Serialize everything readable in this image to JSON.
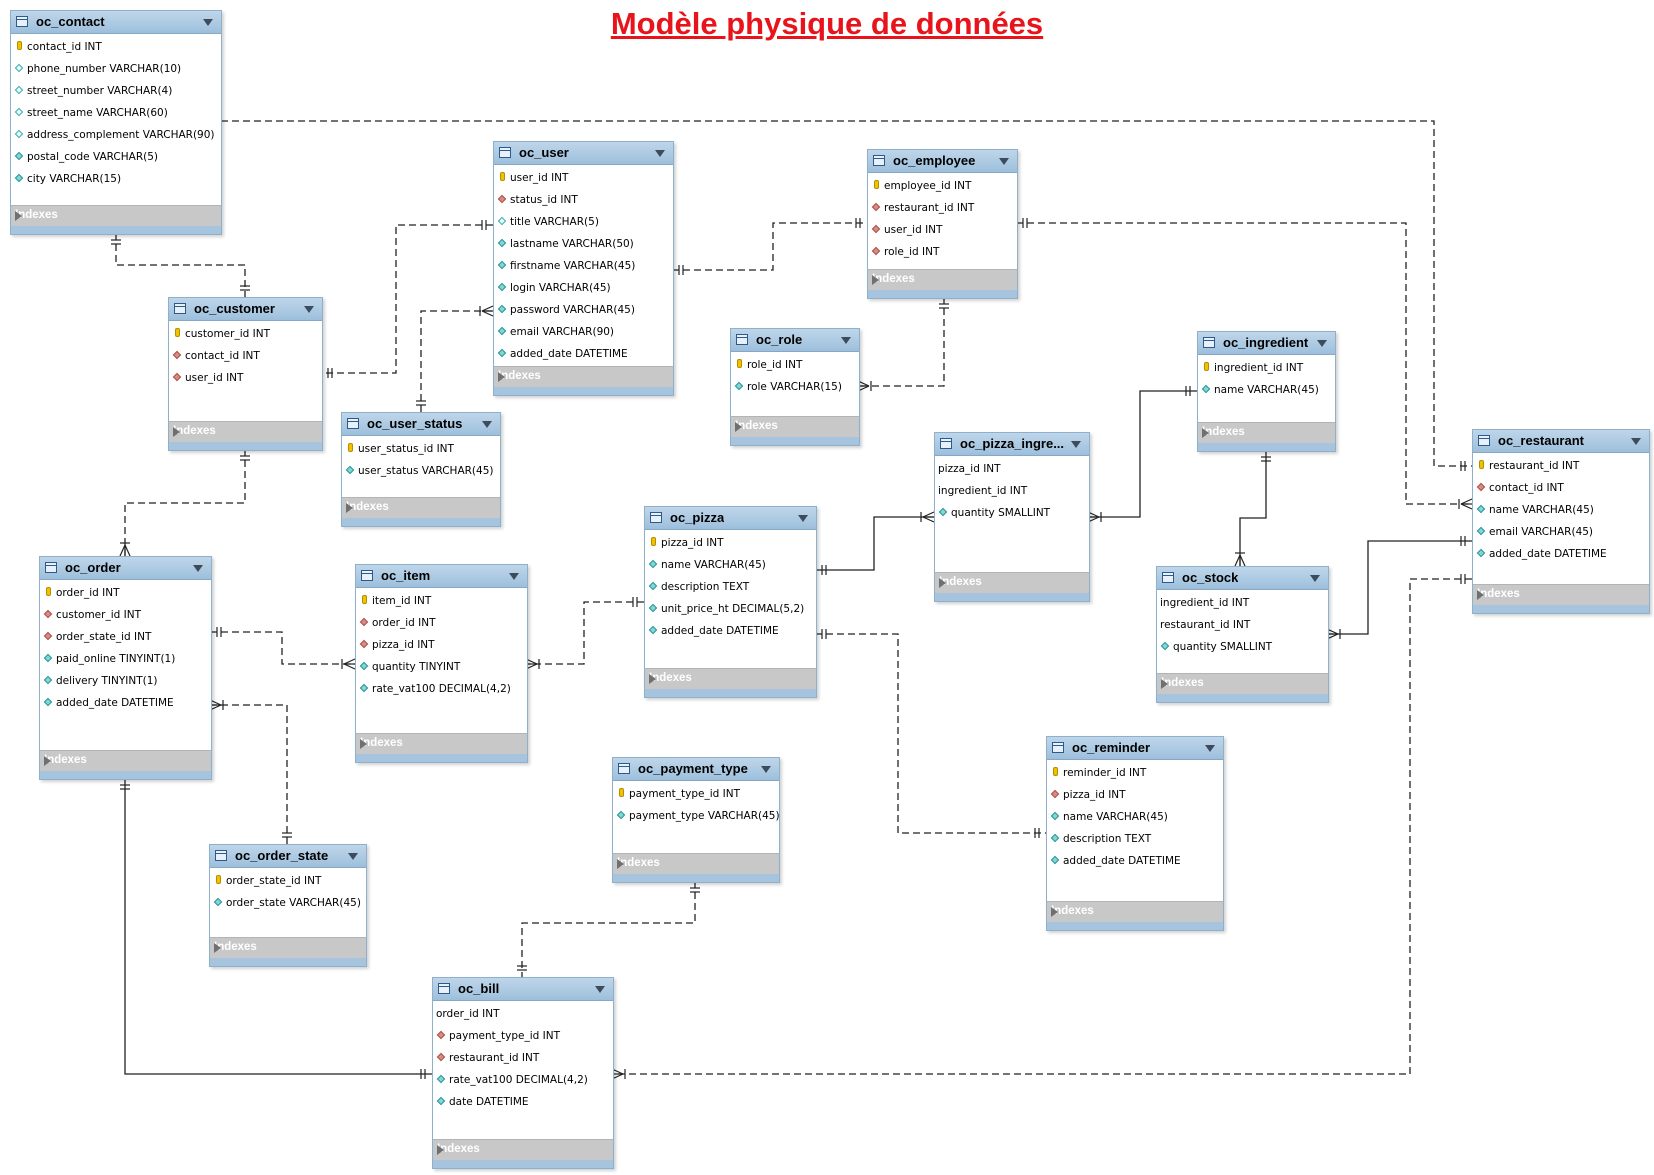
{
  "title": "Modèle physique de données",
  "indexes_label": "Indexes",
  "tables": {
    "oc_contact": {
      "name": "oc_contact",
      "columns": [
        {
          "text": "contact_id INT",
          "icon": "key-icon"
        },
        {
          "text": "phone_number VARCHAR(10)",
          "icon": "attribute-icon"
        },
        {
          "text": "street_number VARCHAR(4)",
          "icon": "attribute-icon"
        },
        {
          "text": "street_name VARCHAR(60)",
          "icon": "attribute-icon"
        },
        {
          "text": "address_complement VARCHAR(90)",
          "icon": "attribute-icon"
        },
        {
          "text": "postal_code VARCHAR(5)",
          "icon": "not-null-attribute-icon"
        },
        {
          "text": "city VARCHAR(15)",
          "icon": "not-null-attribute-icon"
        }
      ]
    },
    "oc_customer": {
      "name": "oc_customer",
      "columns": [
        {
          "text": "customer_id INT",
          "icon": "key-icon"
        },
        {
          "text": "contact_id INT",
          "icon": "foreign-key-icon"
        },
        {
          "text": "user_id INT",
          "icon": "foreign-key-icon"
        }
      ]
    },
    "oc_user": {
      "name": "oc_user",
      "columns": [
        {
          "text": "user_id INT",
          "icon": "key-icon"
        },
        {
          "text": "status_id INT",
          "icon": "foreign-key-icon"
        },
        {
          "text": "title VARCHAR(5)",
          "icon": "attribute-icon"
        },
        {
          "text": "lastname VARCHAR(50)",
          "icon": "not-null-attribute-icon"
        },
        {
          "text": "firstname VARCHAR(45)",
          "icon": "not-null-attribute-icon"
        },
        {
          "text": "login VARCHAR(45)",
          "icon": "not-null-attribute-icon"
        },
        {
          "text": "password VARCHAR(45)",
          "icon": "not-null-attribute-icon"
        },
        {
          "text": "email VARCHAR(90)",
          "icon": "not-null-attribute-icon"
        },
        {
          "text": "added_date DATETIME",
          "icon": "not-null-attribute-icon"
        }
      ]
    },
    "oc_user_status": {
      "name": "oc_user_status",
      "columns": [
        {
          "text": "user_status_id INT",
          "icon": "key-icon"
        },
        {
          "text": "user_status VARCHAR(45)",
          "icon": "not-null-attribute-icon"
        }
      ]
    },
    "oc_employee": {
      "name": "oc_employee",
      "columns": [
        {
          "text": "employee_id INT",
          "icon": "key-icon"
        },
        {
          "text": "restaurant_id INT",
          "icon": "foreign-key-icon"
        },
        {
          "text": "user_id INT",
          "icon": "foreign-key-icon"
        },
        {
          "text": "role_id INT",
          "icon": "foreign-key-icon"
        }
      ]
    },
    "oc_role": {
      "name": "oc_role",
      "columns": [
        {
          "text": "role_id INT",
          "icon": "key-icon"
        },
        {
          "text": "role VARCHAR(15)",
          "icon": "not-null-attribute-icon"
        }
      ]
    },
    "oc_ingredient": {
      "name": "oc_ingredient",
      "columns": [
        {
          "text": "ingredient_id INT",
          "icon": "key-icon"
        },
        {
          "text": "name VARCHAR(45)",
          "icon": "not-null-attribute-icon"
        }
      ]
    },
    "oc_pizza_ingredient": {
      "name": "oc_pizza_ingre...",
      "columns": [
        {
          "text": "pizza_id INT",
          "icon": "none"
        },
        {
          "text": "ingredient_id INT",
          "icon": "none"
        },
        {
          "text": "quantity SMALLINT",
          "icon": "not-null-attribute-icon"
        }
      ]
    },
    "oc_restaurant": {
      "name": "oc_restaurant",
      "columns": [
        {
          "text": "restaurant_id INT",
          "icon": "key-icon"
        },
        {
          "text": "contact_id INT",
          "icon": "foreign-key-icon"
        },
        {
          "text": "name VARCHAR(45)",
          "icon": "not-null-attribute-icon"
        },
        {
          "text": "email VARCHAR(45)",
          "icon": "not-null-attribute-icon"
        },
        {
          "text": "added_date DATETIME",
          "icon": "not-null-attribute-icon"
        }
      ]
    },
    "oc_order": {
      "name": "oc_order",
      "columns": [
        {
          "text": "order_id INT",
          "icon": "key-icon"
        },
        {
          "text": "customer_id INT",
          "icon": "foreign-key-icon"
        },
        {
          "text": "order_state_id INT",
          "icon": "foreign-key-icon"
        },
        {
          "text": "paid_online TINYINT(1)",
          "icon": "not-null-attribute-icon"
        },
        {
          "text": "delivery TINYINT(1)",
          "icon": "not-null-attribute-icon"
        },
        {
          "text": "added_date DATETIME",
          "icon": "not-null-attribute-icon"
        }
      ]
    },
    "oc_item": {
      "name": "oc_item",
      "columns": [
        {
          "text": "item_id INT",
          "icon": "key-icon"
        },
        {
          "text": "order_id INT",
          "icon": "foreign-key-icon"
        },
        {
          "text": "pizza_id INT",
          "icon": "foreign-key-icon"
        },
        {
          "text": "quantity TINYINT",
          "icon": "not-null-attribute-icon"
        },
        {
          "text": "rate_vat100 DECIMAL(4,2)",
          "icon": "not-null-attribute-icon"
        }
      ]
    },
    "oc_pizza": {
      "name": "oc_pizza",
      "columns": [
        {
          "text": "pizza_id INT",
          "icon": "key-icon"
        },
        {
          "text": "name VARCHAR(45)",
          "icon": "not-null-attribute-icon"
        },
        {
          "text": "description TEXT",
          "icon": "not-null-attribute-icon"
        },
        {
          "text": "unit_price_ht DECIMAL(5,2)",
          "icon": "not-null-attribute-icon"
        },
        {
          "text": "added_date DATETIME",
          "icon": "not-null-attribute-icon"
        }
      ]
    },
    "oc_stock": {
      "name": "oc_stock",
      "columns": [
        {
          "text": "ingredient_id INT",
          "icon": "none"
        },
        {
          "text": "restaurant_id INT",
          "icon": "none"
        },
        {
          "text": "quantity SMALLINT",
          "icon": "not-null-attribute-icon"
        }
      ]
    },
    "oc_reminder": {
      "name": "oc_reminder",
      "columns": [
        {
          "text": "reminder_id INT",
          "icon": "key-icon"
        },
        {
          "text": "pizza_id INT",
          "icon": "foreign-key-icon"
        },
        {
          "text": "name VARCHAR(45)",
          "icon": "not-null-attribute-icon"
        },
        {
          "text": "description TEXT",
          "icon": "not-null-attribute-icon"
        },
        {
          "text": "added_date DATETIME",
          "icon": "not-null-attribute-icon"
        }
      ]
    },
    "oc_payment_type": {
      "name": "oc_payment_type",
      "columns": [
        {
          "text": "payment_type_id INT",
          "icon": "key-icon"
        },
        {
          "text": "payment_type VARCHAR(45)",
          "icon": "not-null-attribute-icon"
        }
      ]
    },
    "oc_order_state": {
      "name": "oc_order_state",
      "columns": [
        {
          "text": "order_state_id INT",
          "icon": "key-icon"
        },
        {
          "text": "order_state VARCHAR(45)",
          "icon": "not-null-attribute-icon"
        }
      ]
    },
    "oc_bill": {
      "name": "oc_bill",
      "columns": [
        {
          "text": "order_id INT",
          "icon": "none"
        },
        {
          "text": "payment_type_id INT",
          "icon": "foreign-key-icon"
        },
        {
          "text": "restaurant_id INT",
          "icon": "foreign-key-icon"
        },
        {
          "text": "rate_vat100 DECIMAL(4,2)",
          "icon": "not-null-attribute-icon"
        },
        {
          "text": "date DATETIME",
          "icon": "not-null-attribute-icon"
        }
      ]
    }
  },
  "relationships": [
    {
      "from": "oc_contact",
      "to": "oc_customer",
      "from_end": "one",
      "to_end": "one",
      "identifying": false
    },
    {
      "from": "oc_user",
      "to": "oc_customer",
      "from_end": "one",
      "to_end": "one",
      "identifying": false
    },
    {
      "from": "oc_user_status",
      "to": "oc_user",
      "from_end": "one",
      "to_end": "many",
      "identifying": false
    },
    {
      "from": "oc_user",
      "to": "oc_employee",
      "from_end": "one",
      "to_end": "one",
      "identifying": false
    },
    {
      "from": "oc_role",
      "to": "oc_employee",
      "from_end": "one",
      "to_end": "many",
      "identifying": false
    },
    {
      "from": "oc_restaurant",
      "to": "oc_employee",
      "from_end": "one",
      "to_end": "many",
      "identifying": false
    },
    {
      "from": "oc_contact",
      "to": "oc_restaurant",
      "from_end": "one",
      "to_end": "one",
      "identifying": false
    },
    {
      "from": "oc_customer",
      "to": "oc_order",
      "from_end": "one",
      "to_end": "many",
      "identifying": false
    },
    {
      "from": "oc_order",
      "to": "oc_item",
      "from_end": "one",
      "to_end": "many",
      "identifying": false
    },
    {
      "from": "oc_pizza",
      "to": "oc_item",
      "from_end": "one",
      "to_end": "many",
      "identifying": false
    },
    {
      "from": "oc_order_state",
      "to": "oc_order",
      "from_end": "one",
      "to_end": "many",
      "identifying": false
    },
    {
      "from": "oc_pizza",
      "to": "oc_pizza_ingredient",
      "from_end": "one",
      "to_end": "many",
      "identifying": true
    },
    {
      "from": "oc_ingredient",
      "to": "oc_pizza_ingredient",
      "from_end": "one",
      "to_end": "many",
      "identifying": true
    },
    {
      "from": "oc_ingredient",
      "to": "oc_stock",
      "from_end": "one",
      "to_end": "many",
      "identifying": true
    },
    {
      "from": "oc_restaurant",
      "to": "oc_stock",
      "from_end": "one",
      "to_end": "many",
      "identifying": true
    },
    {
      "from": "oc_pizza",
      "to": "oc_reminder",
      "from_end": "one",
      "to_end": "one",
      "identifying": false
    },
    {
      "from": "oc_order",
      "to": "oc_bill",
      "from_end": "one",
      "to_end": "one",
      "identifying": true
    },
    {
      "from": "oc_payment_type",
      "to": "oc_bill",
      "from_end": "one",
      "to_end": "one",
      "identifying": false
    },
    {
      "from": "oc_restaurant",
      "to": "oc_bill",
      "from_end": "one",
      "to_end": "many",
      "identifying": false
    }
  ]
}
